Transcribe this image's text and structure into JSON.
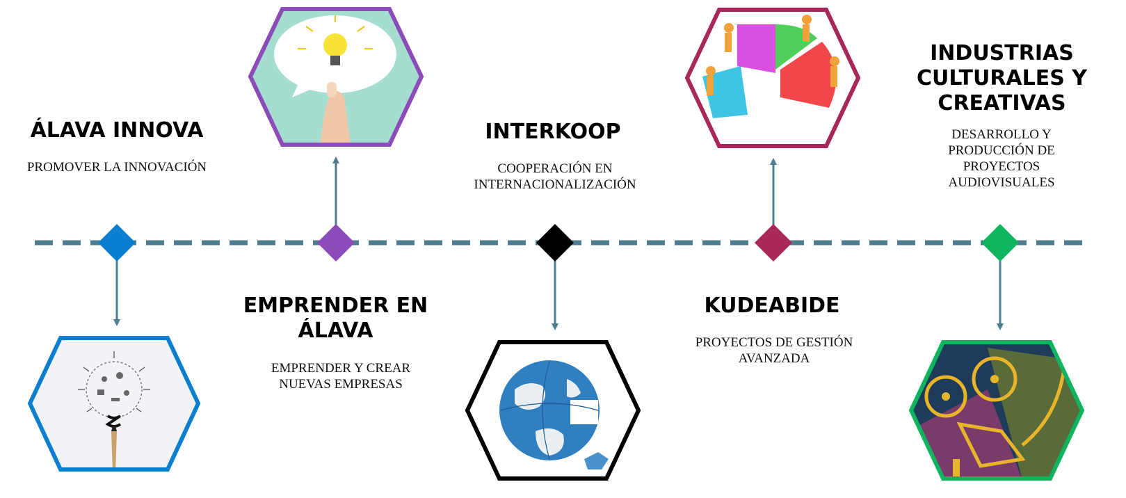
{
  "colors": {
    "line": "#4e7d8f",
    "arrow": "#4e7d8f"
  },
  "items": [
    {
      "title": "ÁLAVA INNOVA",
      "description": "PROMOVER LA INNOVACIÓN",
      "color": "#0b7fcf",
      "image": "pencil-lightbulb-icon"
    },
    {
      "title": "EMPRENDER EN ÁLAVA",
      "description": "EMPRENDER Y CREAR NUEVAS EMPRESAS",
      "color": "#8b4bb8",
      "image": "lightbulb-speech-bubble-icon"
    },
    {
      "title": "INTERKOOP",
      "description": "COOPERACIÓN EN INTERNACIONALIZACIÓN",
      "color": "#000000",
      "image": "puzzle-globe-icon"
    },
    {
      "title": "KUDEABIDE",
      "description": "PROYECTOS DE GESTIÓN AVANZADA",
      "color": "#a8285a",
      "image": "pie-puzzle-teamwork-icon"
    },
    {
      "title": "INDUSTRIAS CULTURALES Y CREATIVAS",
      "description": "DESARROLLO Y PRODUCCIÓN DE PROYECTOS AUDIOVISUALES",
      "color": "#0fb55e",
      "image": "film-projector-icon"
    }
  ]
}
